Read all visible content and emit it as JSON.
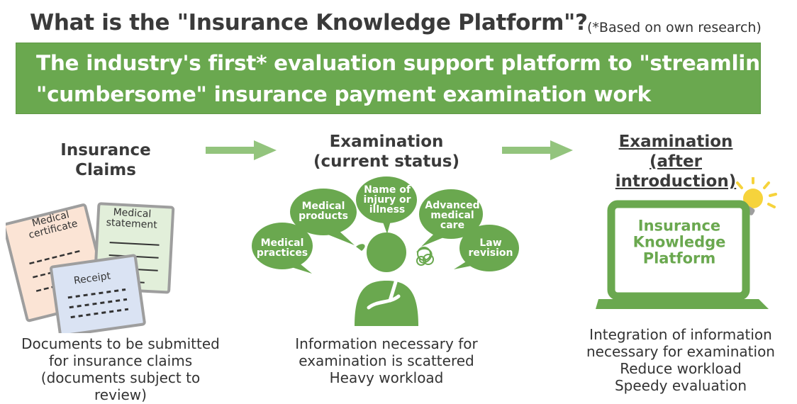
{
  "title": "What is the \"Insurance Knowledge Platform\"?",
  "note": "(*Based on own research)",
  "banner": {
    "line1": "The industry's first* evaluation support platform to \"streamline\"",
    "line2": "\"cumbersome\" insurance payment examination work"
  },
  "steps": {
    "claims": {
      "heading": "Insurance Claims",
      "caption": [
        "Documents to be submitted",
        "for insurance claims",
        "(documents subject to review)"
      ]
    },
    "current": {
      "heading": [
        "Examination",
        "(current status)"
      ],
      "caption": [
        "Information necessary for",
        "examination is scattered",
        "Heavy workload"
      ]
    },
    "after": {
      "heading": [
        "Examination",
        "(after introduction)"
      ],
      "caption": [
        "Integration of information",
        "necessary for examination",
        "Reduce workload",
        "Speedy evaluation"
      ]
    }
  },
  "documents": {
    "medical_certificate": [
      "Medical",
      "certificate"
    ],
    "medical_statement": [
      "Medical",
      "statement"
    ],
    "receipt": "Receipt"
  },
  "bubbles": {
    "medical_practices": [
      "Medical",
      "practices"
    ],
    "medical_products": [
      "Medical",
      "products"
    ],
    "injury": [
      "Name of",
      "injury or",
      "illness"
    ],
    "advanced_care": [
      "Advanced",
      "medical",
      "care"
    ],
    "law_revision": [
      "Law",
      "revision"
    ]
  },
  "laptop": [
    "Insurance",
    "Knowledge",
    "Platform"
  ],
  "colors": {
    "green": "#6aa84f",
    "arrow": "#93c47d",
    "gray": "#9e9e9e"
  }
}
